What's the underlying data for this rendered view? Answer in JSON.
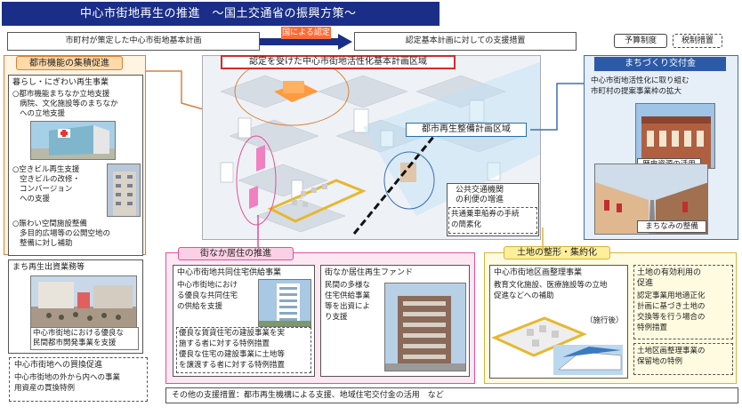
{
  "title": "中心市街地再生の推進　～国土交通省の振興方策～",
  "top_row": {
    "left_box": "市町村が策定した中心市街地基本計画",
    "badge": "国による認定",
    "right_box": "認定基本計画に対しての支援措置",
    "legend_budget": "予算制度",
    "legend_tax": "税制措置"
  },
  "left_panel": {
    "heading": "都市機能の集積促進",
    "box1": {
      "heading": "暮らし・にぎわい再生事業",
      "item1": "○都市機能まちなか立地支援",
      "item1_desc1": "病院、文化施設等のまちなか",
      "item1_desc2": "への立地支援",
      "item2": "○空きビル再生支援",
      "item2_desc1": "空きビルの改修・",
      "item2_desc2": "コンバージョン",
      "item2_desc3": "への支援",
      "item3": "○賑わい空間施設整備",
      "item3_desc1": "多目的広場等の公開空地の",
      "item3_desc2": "整備に対し補助"
    },
    "box2": {
      "heading": "まち再生出資業務等",
      "caption1": "中心市街地における優良な",
      "caption2": "民間都市開発事業を支援"
    }
  },
  "bottom_left": {
    "heading": "中心市街地への買換促進",
    "line1": "中心市街地の外から内への事業",
    "line2": "用資産の買換特例"
  },
  "map": {
    "title": "認定を受けた中心市街地活性化基本計画区域",
    "zone_label": "都市再生整備計画区域",
    "transit1": "公共交通機関",
    "transit2": "の利便の増進",
    "transit3": "共通乗車船券の手続",
    "transit4": "の簡素化"
  },
  "right_panel": {
    "heading": "まちづくり交付金",
    "desc1": "中心市街地活性化に取り組む",
    "desc2": "市町村の提案事業枠の拡大",
    "caption1": "歴史資源の活用",
    "caption2": "まちなみの整備"
  },
  "mid_panel": {
    "heading": "街なか居住の推進",
    "box1": {
      "heading": "中心市街地共同住宅供給事業",
      "desc1": "中心市街地におけ",
      "desc2": "る優良な共同住宅",
      "desc3": "の供給を支援",
      "tax1": "優良な賃貸住宅の建設事業を実",
      "tax2": "施する者に対する特例措置",
      "tax3": "優良な住宅の建設事業に土地等",
      "tax4": "を譲渡する者に対する特例措置"
    },
    "box2": {
      "heading": "街なか居住再生ファンド",
      "desc1": "民間の多様な",
      "desc2": "住宅供給事業",
      "desc3": "等を出資によ",
      "desc4": "り支援"
    }
  },
  "land_panel": {
    "heading": "土地の整形・集約化",
    "box1": {
      "heading": "中心市街地区画整理事業",
      "desc1": "教育文化施設、医療施設等の立地",
      "desc2": "促進などへの補助",
      "after_label": "（施行後）"
    },
    "box2": {
      "heading": "土地の有効利用の",
      "heading2": "促進",
      "desc1": "認定事業用地適正化",
      "desc2": "計画に基づき土地の",
      "desc3": "交換等を行う場合の",
      "desc4": "特例措置",
      "desc5": "土地区画整理事業の",
      "desc6": "保留地の特例"
    }
  },
  "footer": "その他の支援措置：都市再生機構による支援、地域住宅交付金の活用　など",
  "colors": {
    "title_bg": "#1a2e88",
    "badge": "#ff6a35",
    "left_panel": "#fff3e2",
    "mid_panel": "#fde7f2",
    "land_panel": "#fffbe0",
    "right_panel": "#e6eef8"
  }
}
